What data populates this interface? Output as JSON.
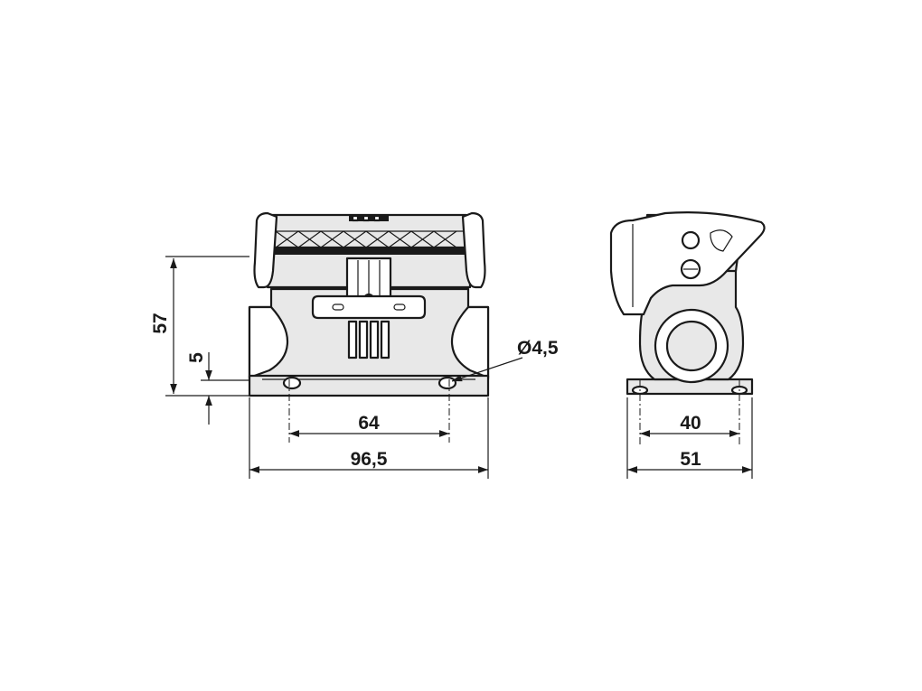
{
  "dimensions": {
    "height_total": "57",
    "base_thickness": "5",
    "hole_spacing": "64",
    "overall_width": "96,5",
    "hole_diameter": "Ø4,5",
    "side_hole_spacing": "40",
    "side_overall_width": "51"
  }
}
